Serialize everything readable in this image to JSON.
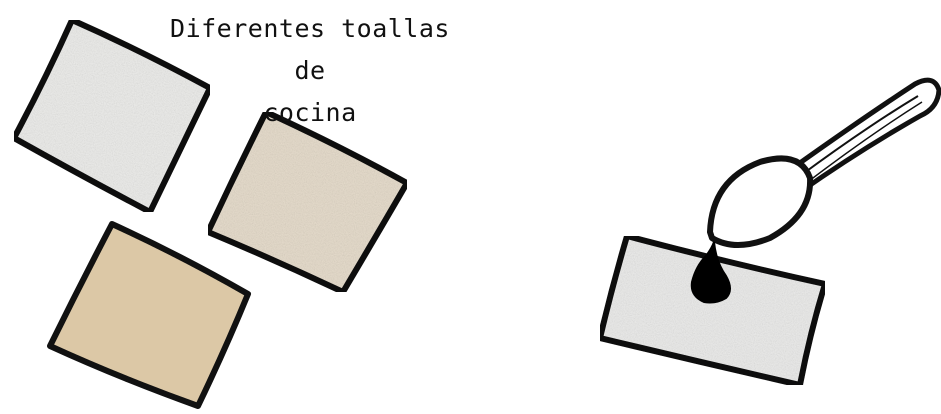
{
  "caption": "Diferentes toallas de\ncocina",
  "items": [
    {
      "name": "towel-white",
      "fill": "#ececea"
    },
    {
      "name": "towel-beige",
      "fill": "#e6dccc"
    },
    {
      "name": "towel-tan",
      "fill": "#e3d2b3"
    },
    {
      "name": "towel-test",
      "fill": "#ebebea"
    },
    {
      "name": "spoon",
      "fill": "#ffffff"
    },
    {
      "name": "drop",
      "fill": "#000000"
    }
  ],
  "colors": {
    "outline": "#111111",
    "background": "#ffffff"
  }
}
